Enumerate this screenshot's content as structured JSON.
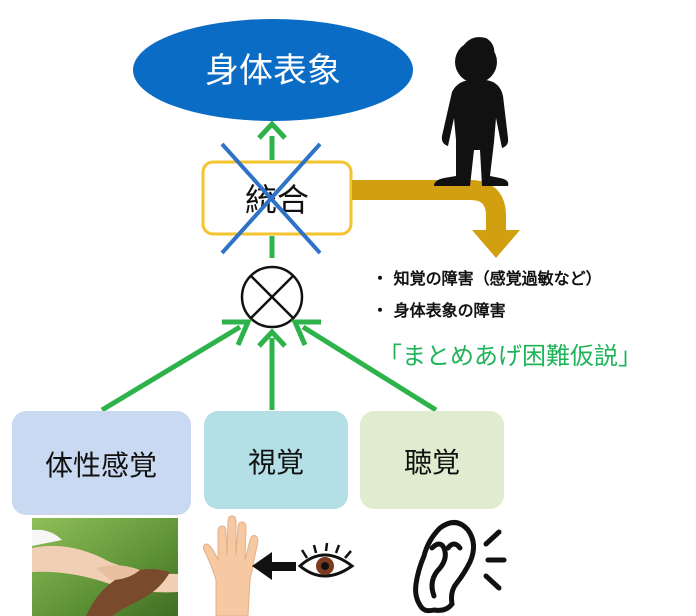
{
  "diagram": {
    "top_node": "身体表象",
    "integration_node": "統合",
    "senses": [
      {
        "label": "体性感覚",
        "color": "#c9d9f1"
      },
      {
        "label": "視覚",
        "color": "#b5dfe6"
      },
      {
        "label": "聴覚",
        "color": "#e0eccf"
      }
    ],
    "outcomes": [
      "・ 知覚の障害（感覚過敏など）",
      "・ 身体表象の障害"
    ],
    "hypothesis": "「まとめあげ困難仮説」",
    "colors": {
      "top_node_fill": "#0a6cc4",
      "top_node_text": "#ffffff",
      "integration_border": "#f5c32e",
      "cross_out": "#2f73c9",
      "green_arrow": "#2db34a",
      "gold_arrow": "#d19f10",
      "hypothesis_text": "#1fb45a",
      "text_dark": "#111111"
    },
    "icons": [
      "child-silhouette-icon",
      "holding-hands-photo",
      "hand-icon",
      "left-arrow-icon",
      "eye-icon",
      "ear-icon"
    ]
  }
}
